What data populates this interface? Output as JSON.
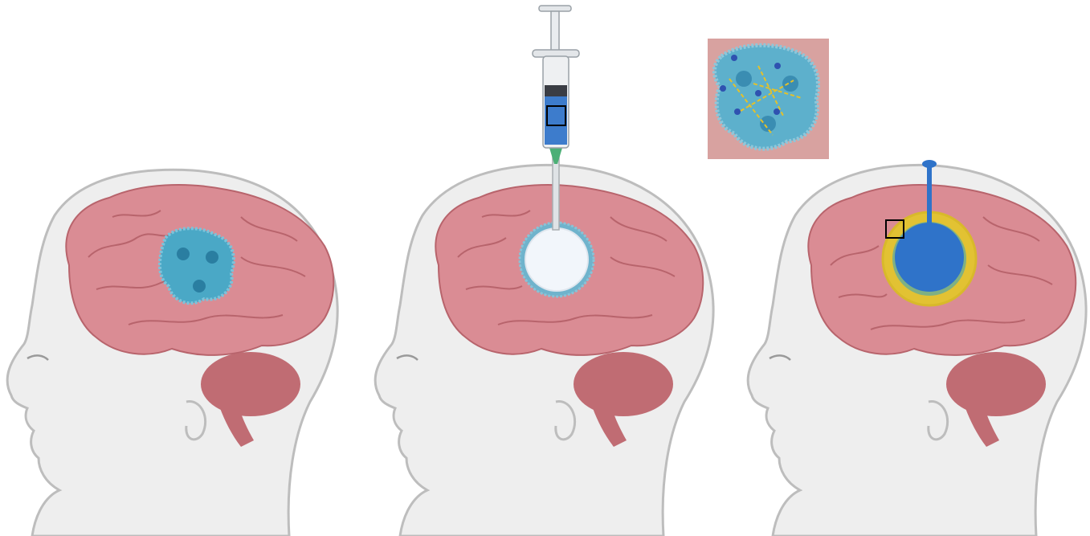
{
  "panels": [
    {
      "name": "tumor-stage",
      "shows": "brain-with-tumor"
    },
    {
      "name": "injection-stage",
      "shows": "syringe-injecting-into-resection-cavity"
    },
    {
      "name": "implant-stage",
      "shows": "implanted-reservoir-with-catheter"
    }
  ],
  "colors": {
    "skin": "#eeeeee",
    "skin_outline": "#b9b9b9",
    "brain": "#d98b92",
    "brain_dark": "#b7646c",
    "cerebellum": "#b9666c",
    "tumor": "#4ba7c4",
    "tumor_dark": "#2a7ea1",
    "cavity": "#f2f6fb",
    "reservoir": "#2f73c9",
    "halo": "#e2c233",
    "syringe_barrel": "#e9ecef",
    "syringe_fluid": "#3d7ccc",
    "needle": "#dfe3e6",
    "needle_hub": "#4caf76",
    "inset_bg": "#d8a2a0",
    "inset_dots": "#2f52b0",
    "inset_lines": "#e4c12a",
    "marker_box": "#000000"
  },
  "icons": {
    "syringe": "syringe-icon",
    "reservoir": "reservoir-icon",
    "tumor_inset": "tumor-cell-inset-icon"
  }
}
